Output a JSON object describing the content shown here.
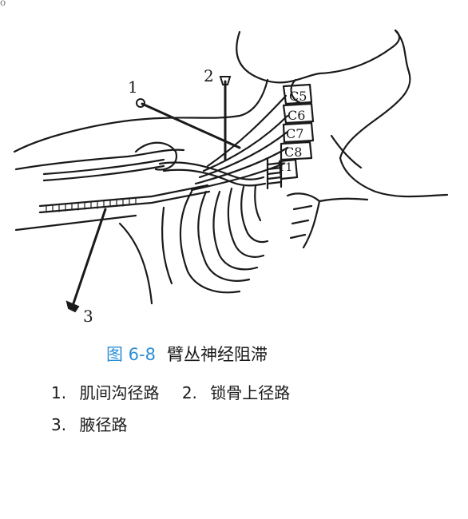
{
  "corner_mark": "o",
  "diagram": {
    "needle_labels": [
      "1",
      "2",
      "3"
    ],
    "vertebra_labels": [
      "C5",
      "C6",
      "C7",
      "C8",
      "T1"
    ]
  },
  "caption": {
    "figure_number": "图 6-8",
    "figure_title": "臂丛神经阻滞",
    "items": [
      {
        "num": "1.",
        "text": "肌间沟径路"
      },
      {
        "num": "2.",
        "text": "锁骨上径路"
      },
      {
        "num": "3.",
        "text": "腋径路"
      }
    ]
  }
}
